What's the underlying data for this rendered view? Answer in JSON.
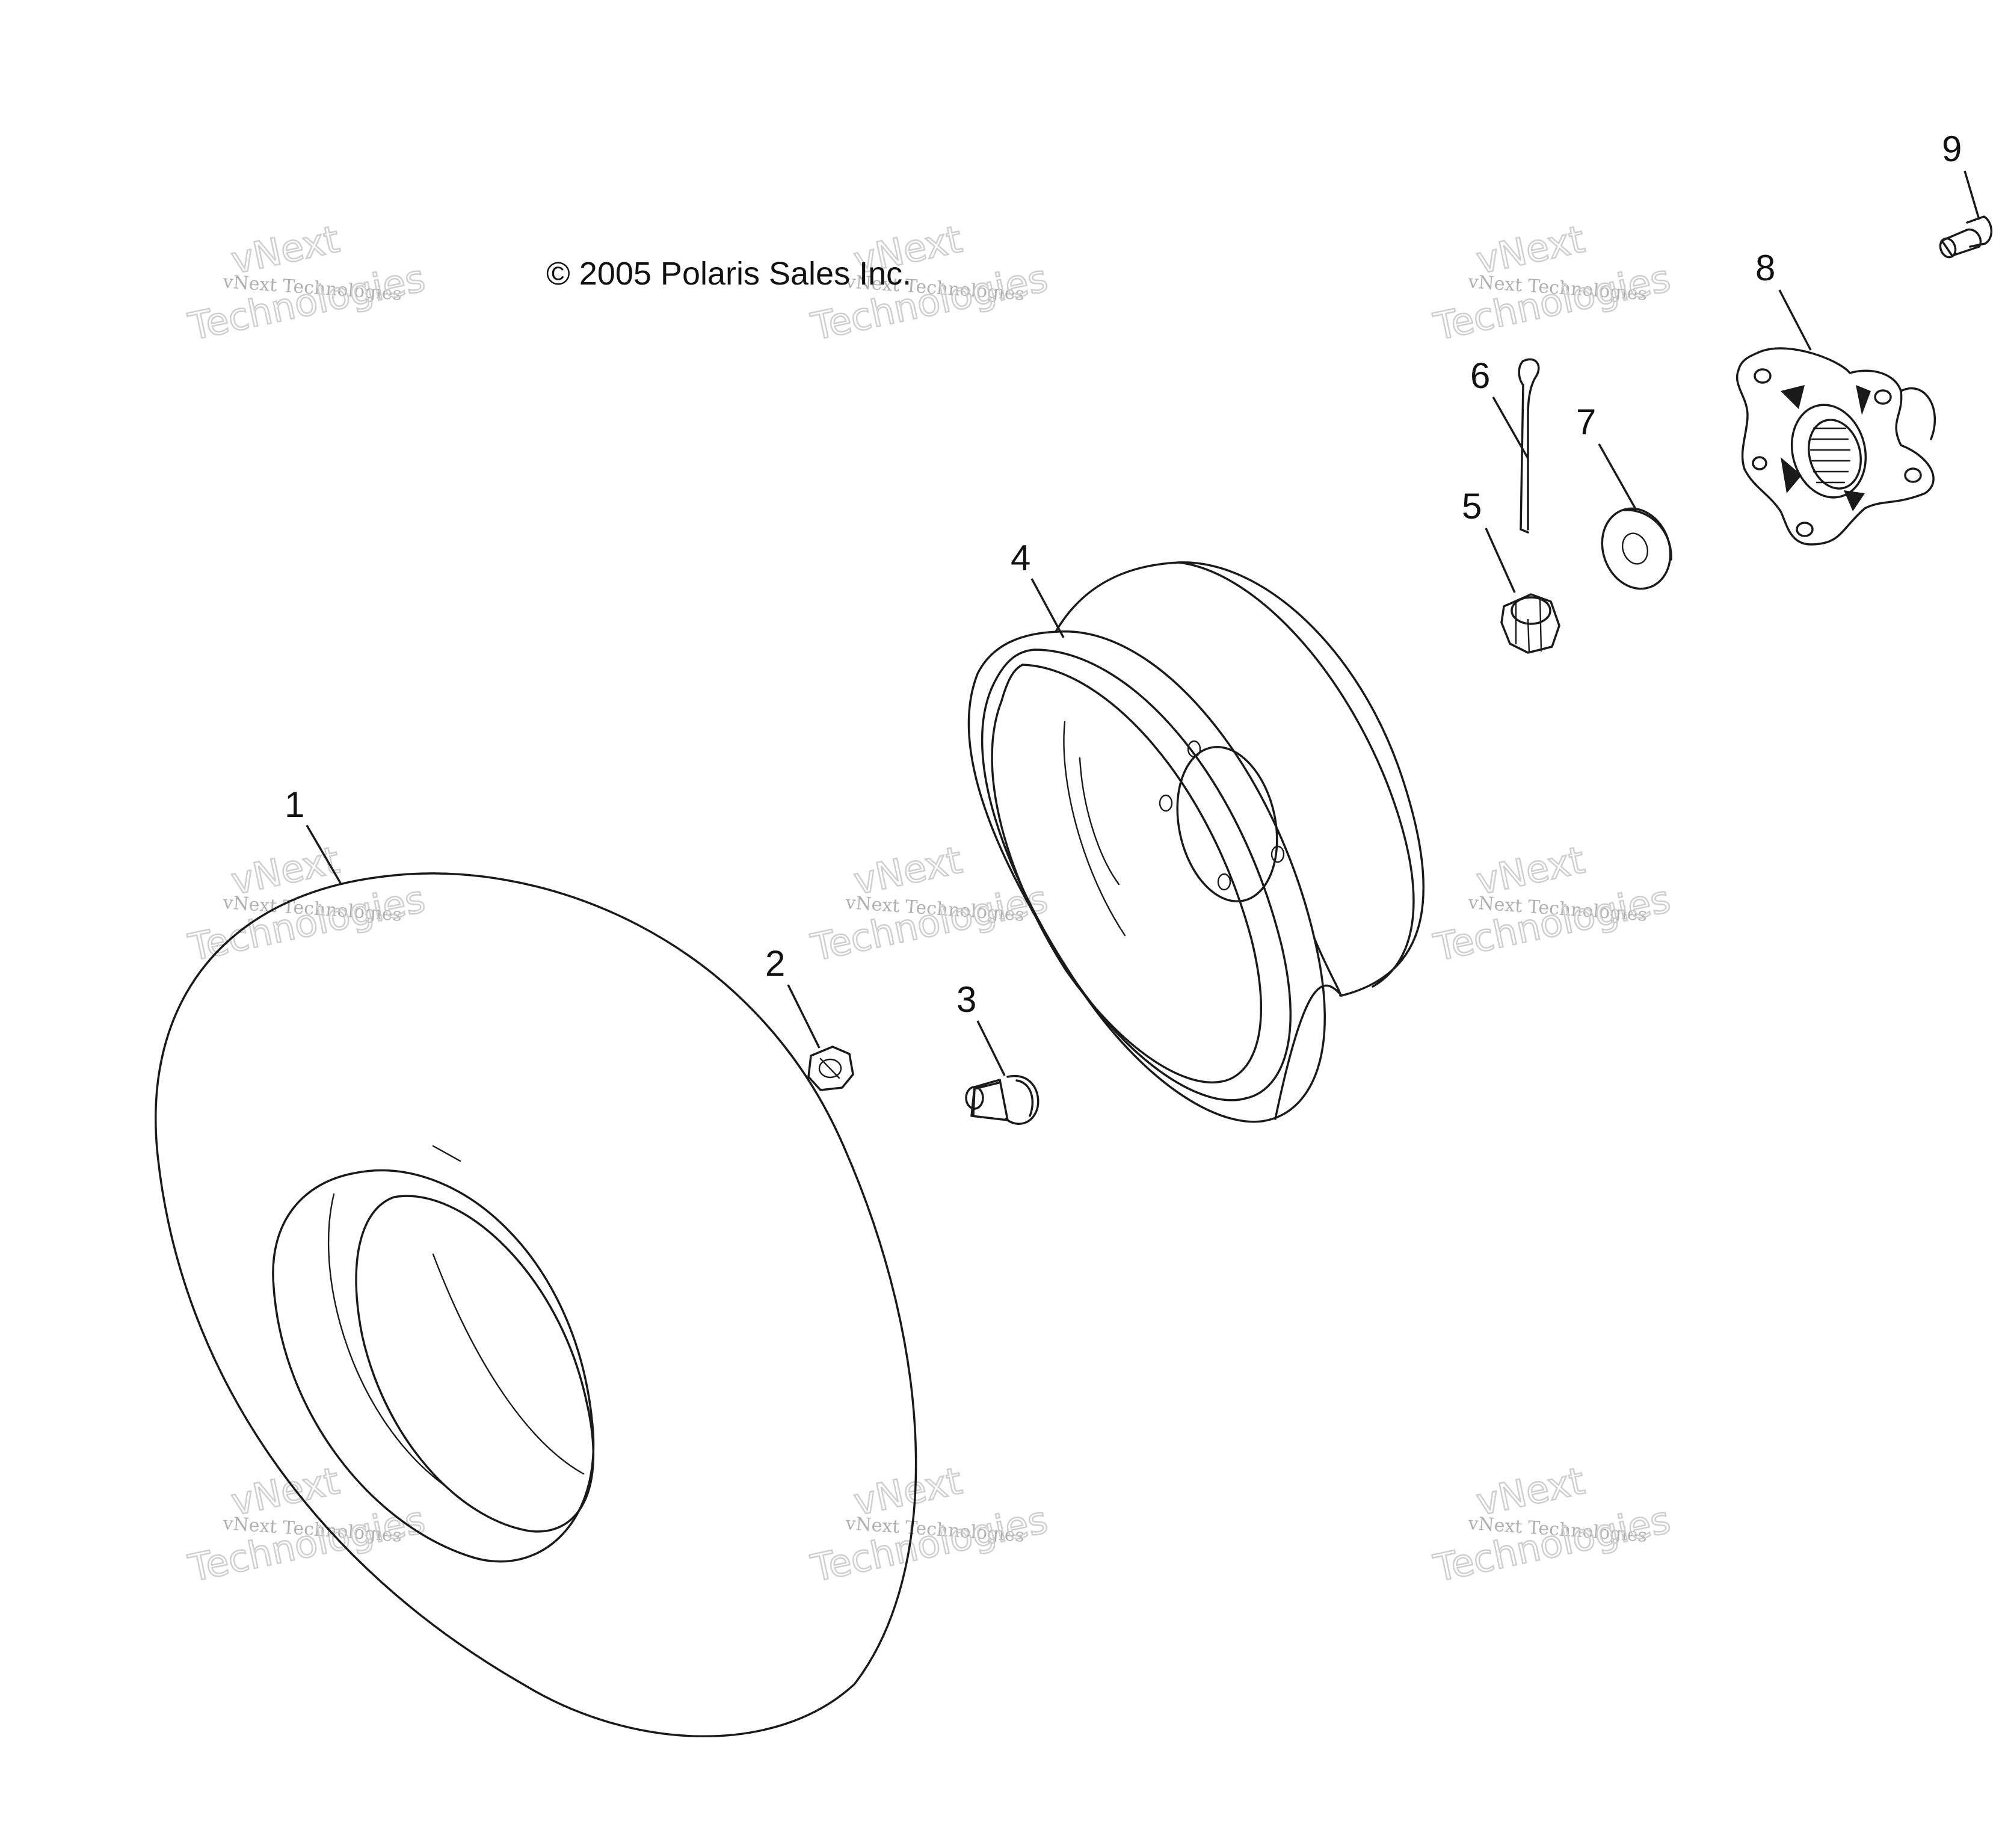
{
  "copyright": "© 2005 Polaris Sales Inc.",
  "watermark": {
    "line1": "vNext Technologies",
    "line2": "vNext",
    "line3": "Technologies"
  },
  "callouts": [
    "1",
    "2",
    "3",
    "4",
    "5",
    "6",
    "7",
    "8",
    "9"
  ]
}
